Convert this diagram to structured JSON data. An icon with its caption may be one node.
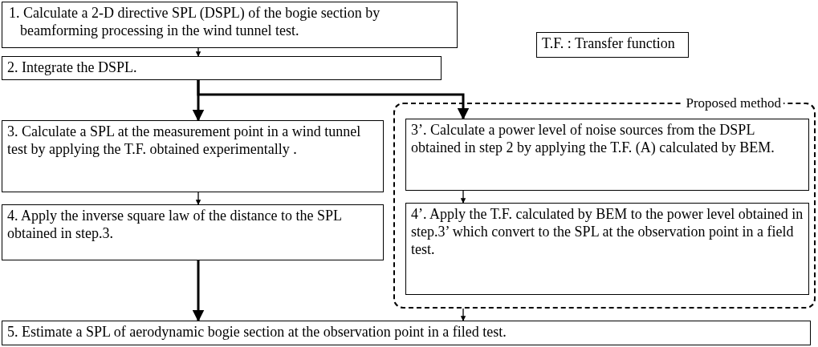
{
  "diagram": {
    "nodes": [
      {
        "text": [
          "1. Calculate a 2-D directive SPL (DSPL) of the bogie section by beamforming processing in the wind tunnel test."
        ]
      },
      {
        "text": [
          "T.F. : Transfer function"
        ]
      },
      {
        "text": [
          "2. Integrate the DSPL."
        ]
      },
      {
        "text": [
          "3. Calculate a SPL at the measurement point in a wind tunnel test by applying the T.F. obtained experimentally ."
        ]
      },
      {
        "text": [
          "Proposed method"
        ]
      },
      {
        "text": [
          "3’. Calculate a power level of noise sources from the DSPL obtained in step 2 by applying the T.F. (A) calculated by BEM."
        ],
        "in": 4
      },
      {
        "text": [
          "4. Apply the inverse square law of the distance to the SPL obtained in step.3."
        ]
      },
      {
        "text": [
          "4’. Apply the T.F. calculated by BEM to the power level obtained in step.3’ which convert to the SPL at the observation point in a field test."
        ],
        "in": 4
      },
      {
        "text": [
          "5. Estimate a SPL of aerodynamic bogie section at the observation point in a filed test."
        ]
      }
    ],
    "edges": [
      {
        "from": 0,
        "to": 2,
        "arrow": "to"
      },
      {
        "from": 2,
        "to": 3,
        "arrow": "to",
        "style": "thick"
      },
      {
        "from": 2,
        "to": 5,
        "arrow": "to",
        "style": "thick"
      },
      {
        "from": 3,
        "to": 6,
        "arrow": "to"
      },
      {
        "from": 5,
        "to": 7,
        "arrow": "to"
      },
      {
        "from": 6,
        "to": 8,
        "arrow": "to",
        "style": "thick"
      },
      {
        "from": 4,
        "to": 8,
        "arrow": "to"
      }
    ]
  }
}
